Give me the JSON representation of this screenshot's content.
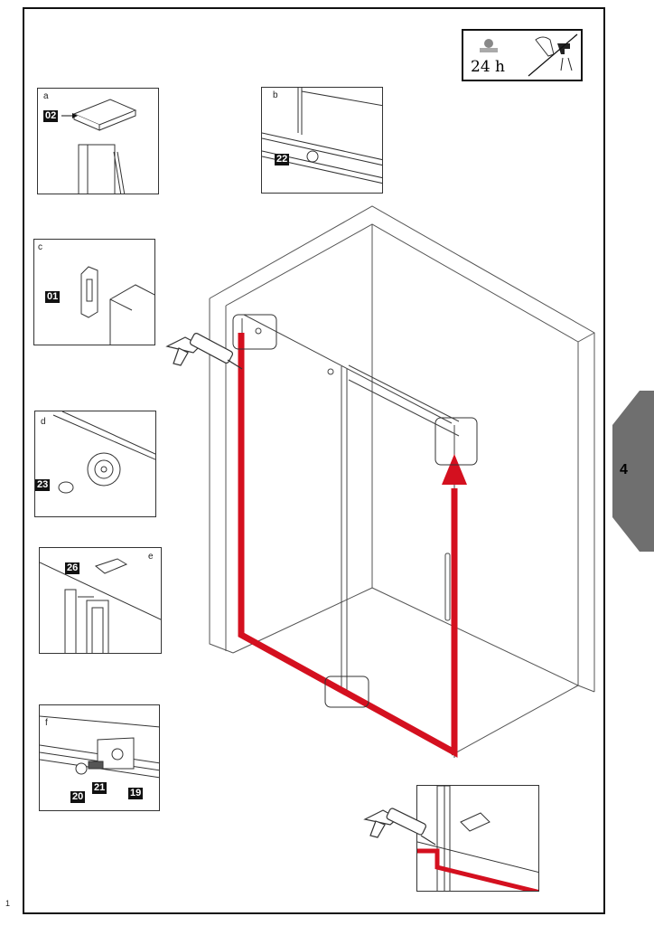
{
  "page_number": "1",
  "section_number": "4",
  "curing_notice": {
    "time_text": "24  h"
  },
  "panels": [
    {
      "letter": "a",
      "part": "02"
    },
    {
      "letter": "b",
      "part": "22"
    },
    {
      "letter": "c",
      "part": "01"
    },
    {
      "letter": "d",
      "part": "23"
    },
    {
      "letter": "e",
      "part": "26"
    },
    {
      "letter": "f",
      "parts": [
        "20",
        "21",
        "19"
      ]
    }
  ],
  "colors": {
    "sealant_path": "#d4101f",
    "section_tab": "#6f6f6f",
    "line": "#333333"
  }
}
